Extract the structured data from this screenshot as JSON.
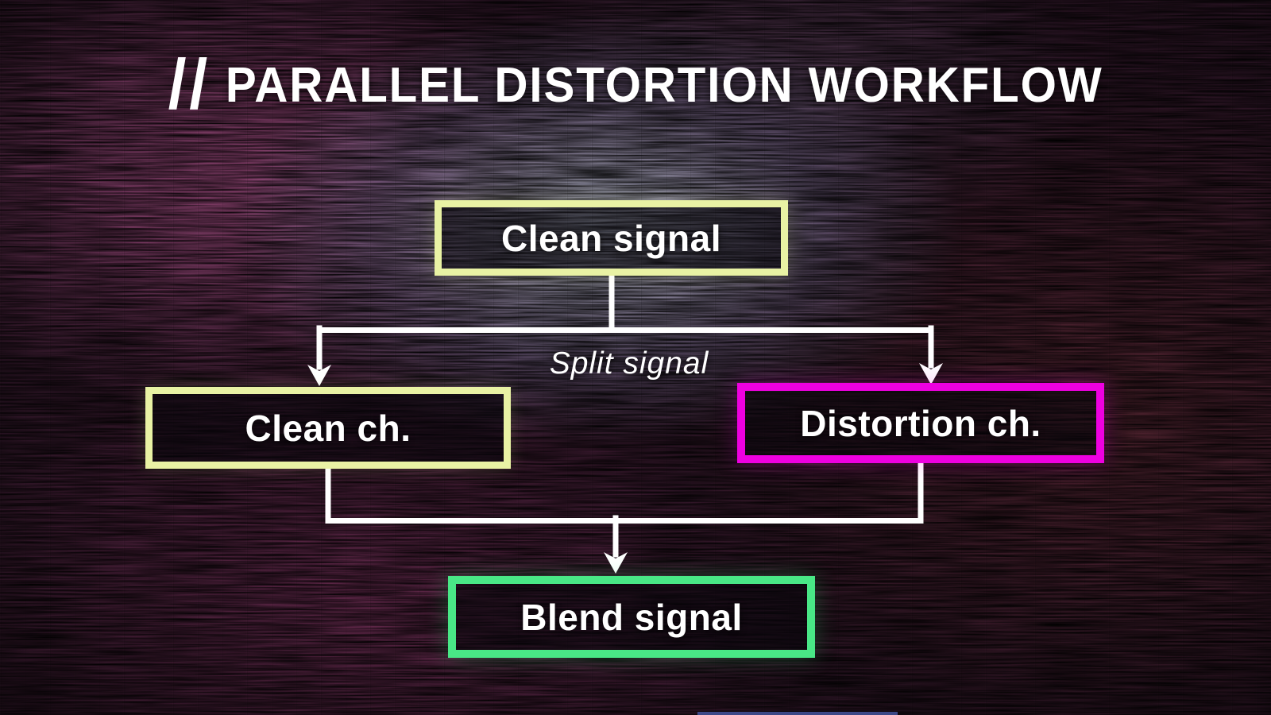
{
  "slide": {
    "title_prefix": "//",
    "title": "PARALLEL DISTORTION WORKFLOW"
  },
  "diagram": {
    "nodes": {
      "clean_signal": {
        "label": "Clean signal",
        "border_color": "#e9f2a4"
      },
      "clean_channel": {
        "label": "Clean ch.",
        "border_color": "#e9f2a4"
      },
      "distortion_channel": {
        "label": "Distortion ch.",
        "border_color": "#ee00e0"
      },
      "blend_signal": {
        "label": "Blend signal",
        "border_color": "#49e786"
      }
    },
    "edge_label": "Split signal",
    "line_color": "#ffffff"
  }
}
